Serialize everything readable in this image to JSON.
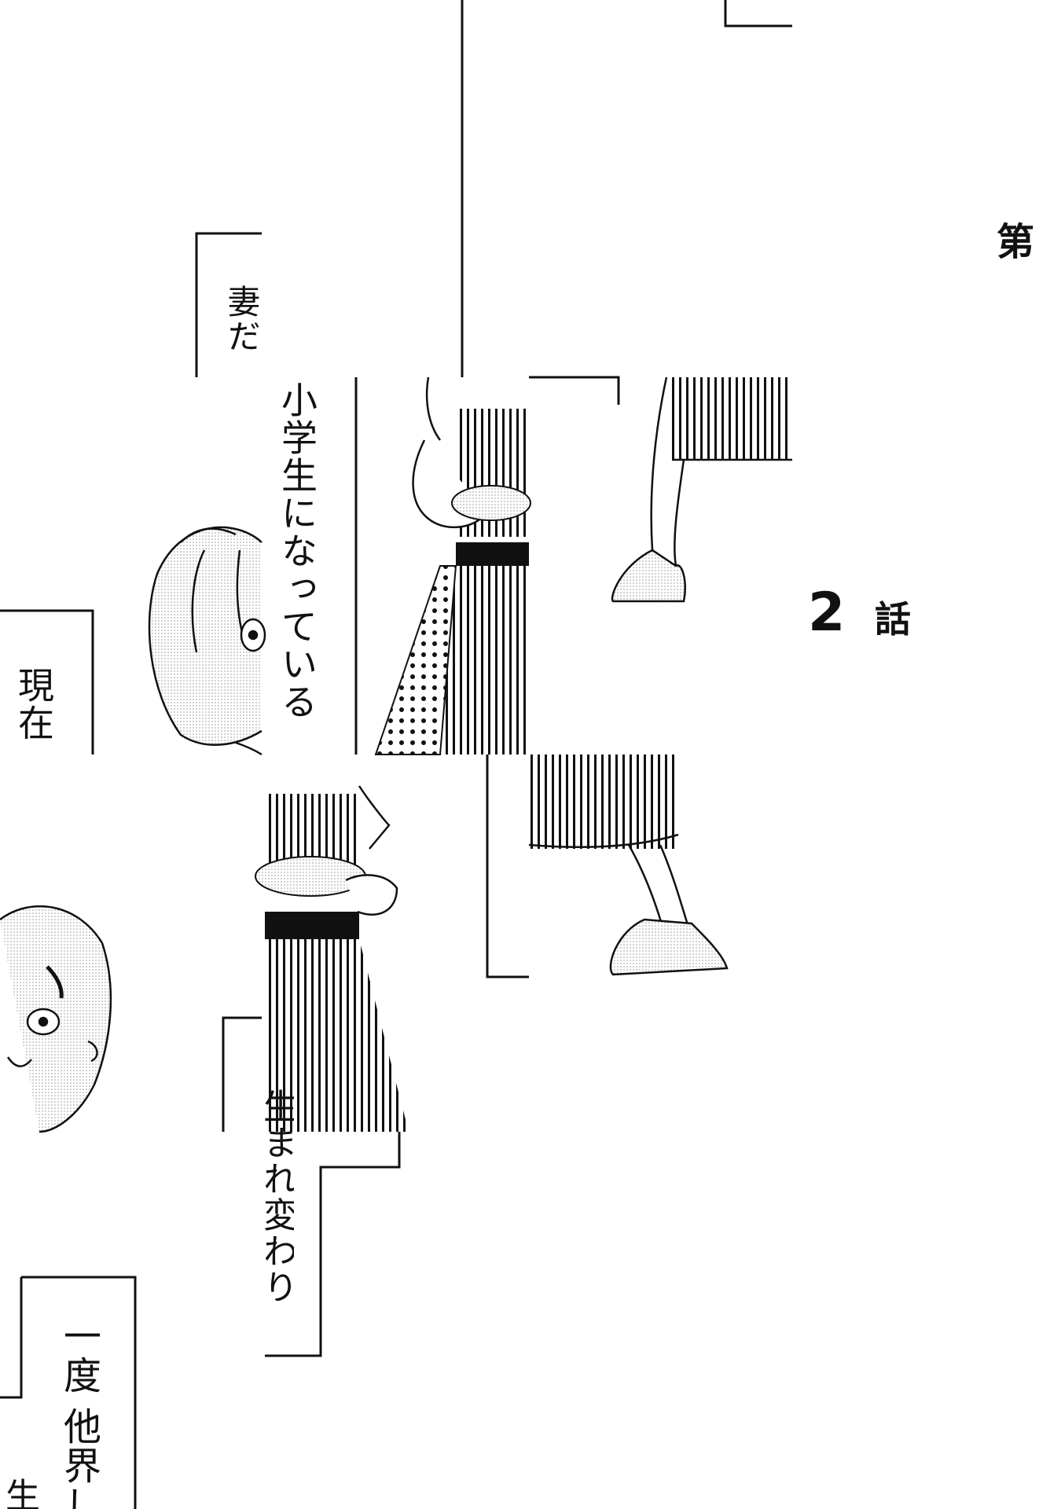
{
  "title": {
    "dai": "第",
    "number": "2",
    "wa": "話"
  },
  "captions": {
    "tsuma": "妻だ",
    "shougakusei": "小学生になっている",
    "genzai": "現在",
    "umarekawari": "生まれ変わり",
    "ichido": "一度",
    "takai": "他界し",
    "umare": "生ま"
  },
  "colors": {
    "ink": "#111111",
    "paper": "#ffffff",
    "screentone": "#cfcfcf"
  }
}
